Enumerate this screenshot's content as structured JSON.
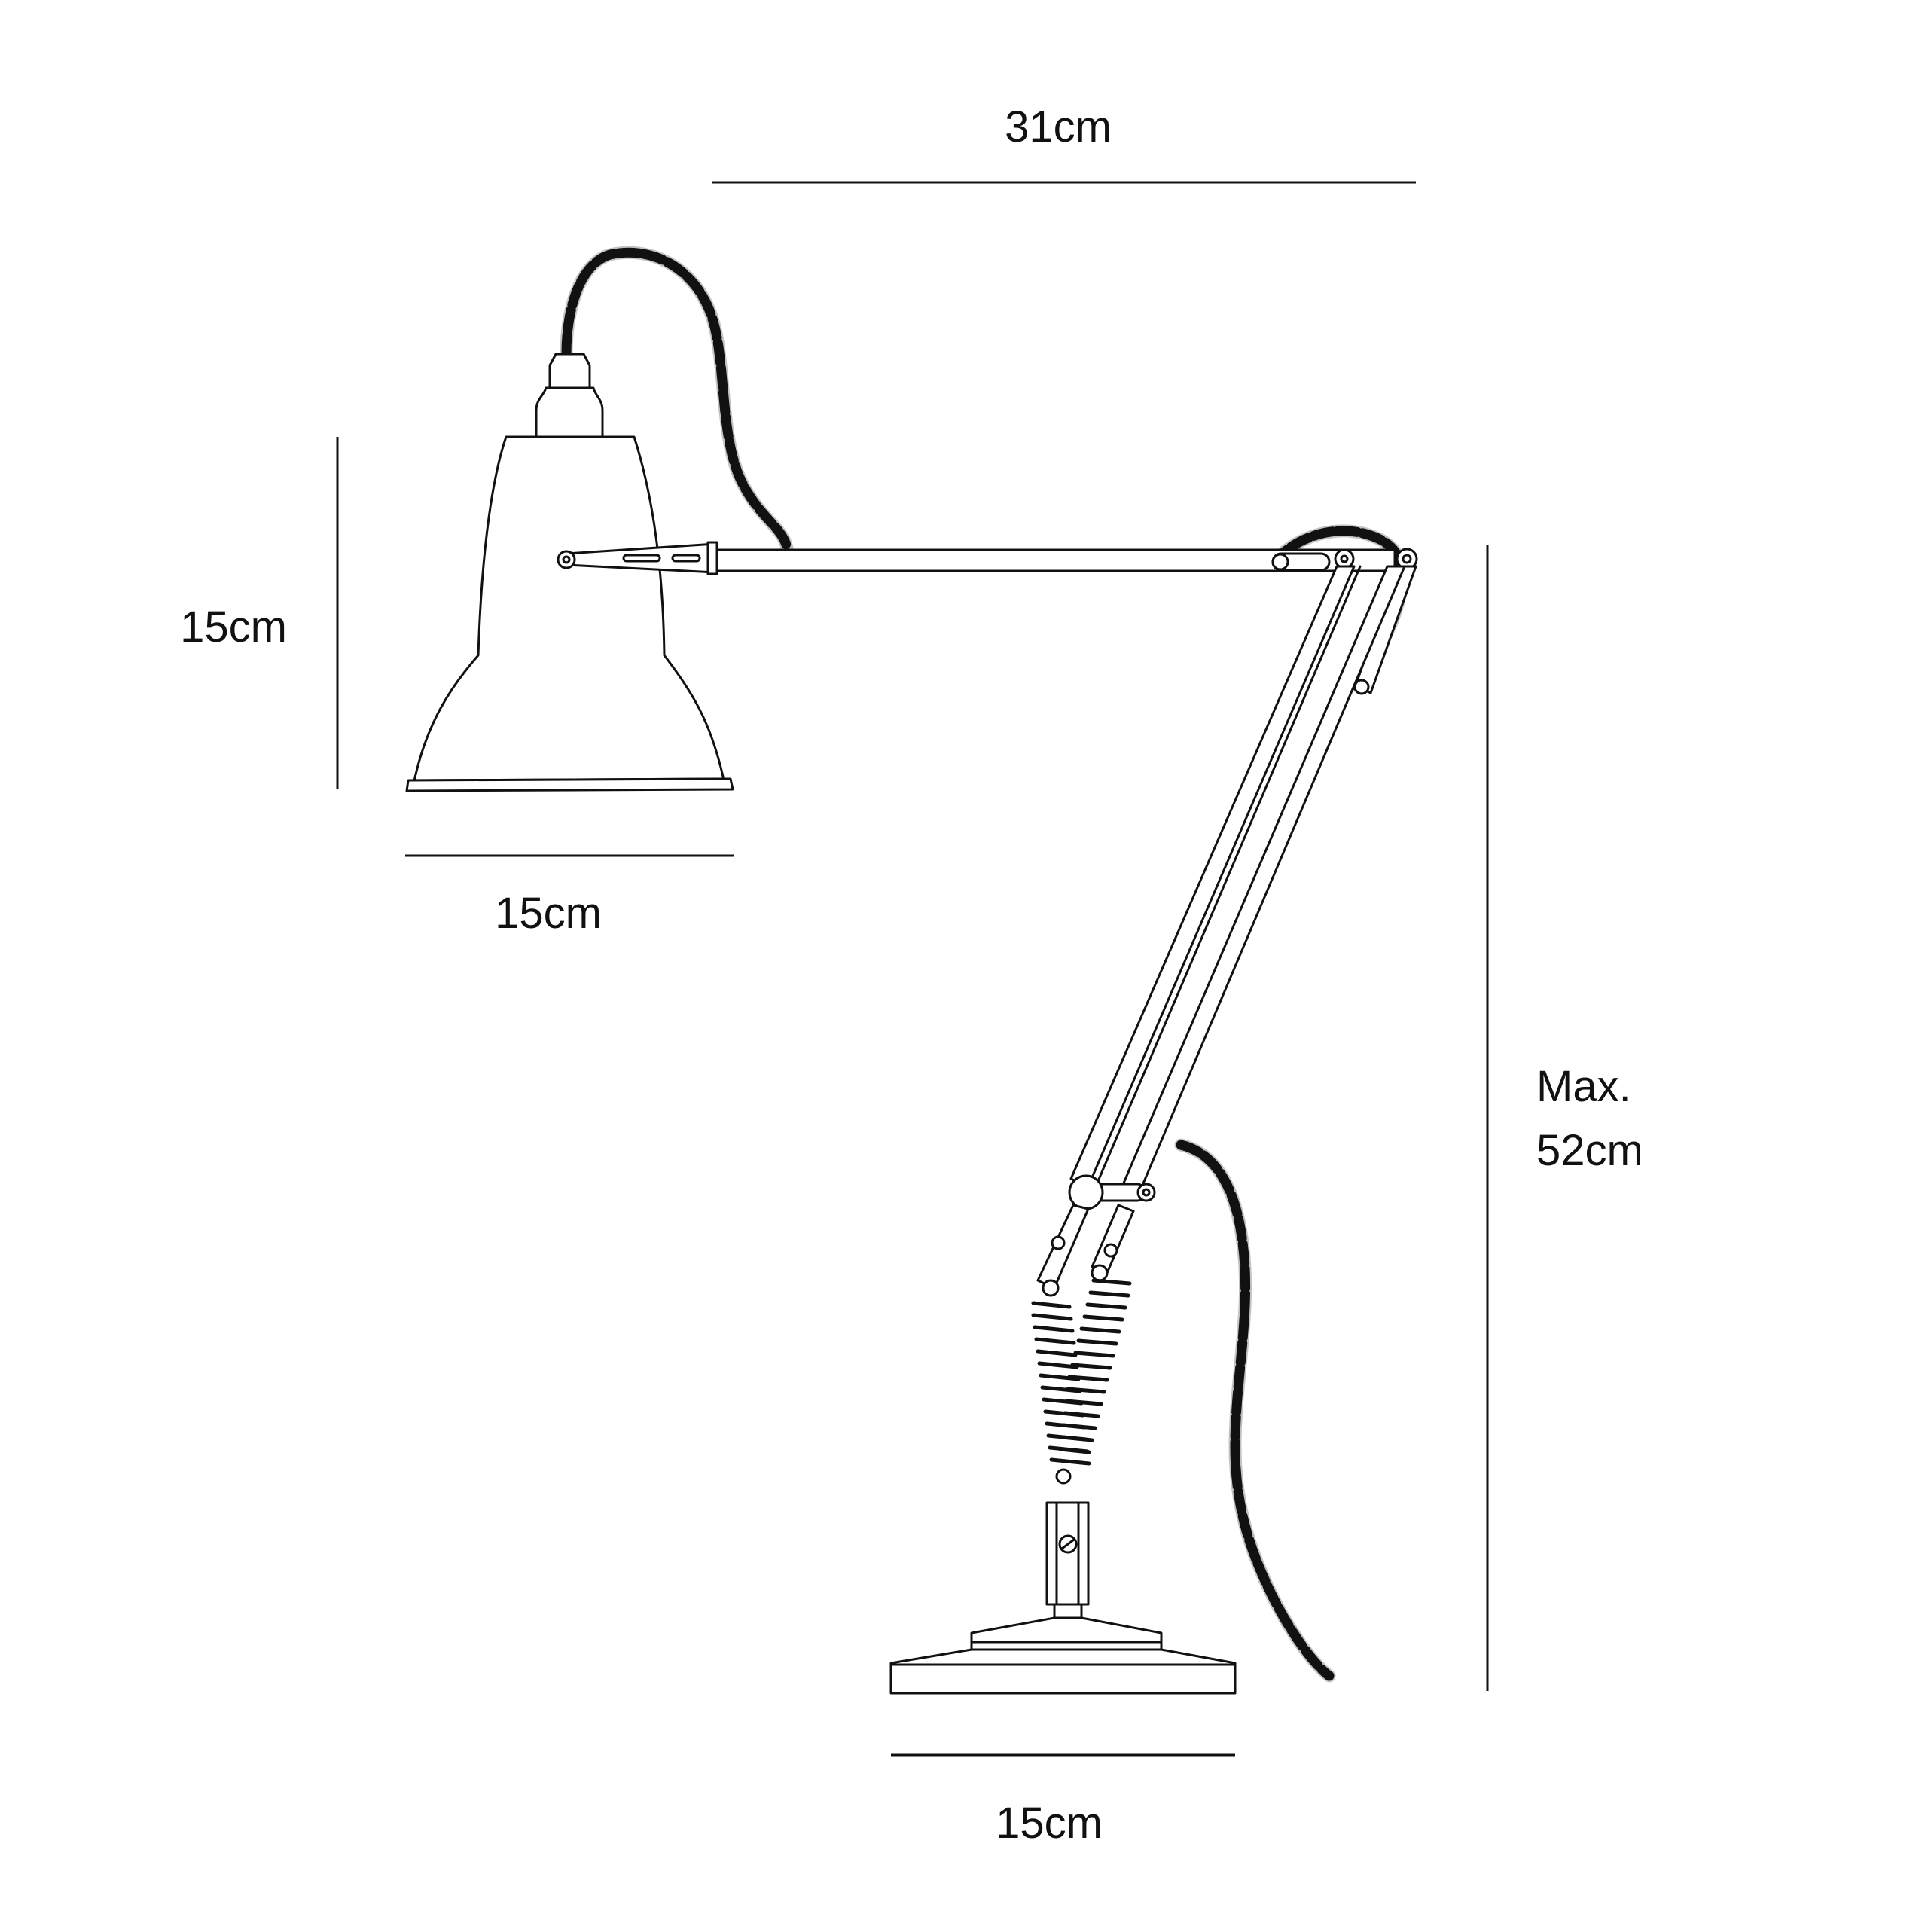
{
  "dimensions": {
    "arm_reach": "31cm",
    "shade_height": "15cm",
    "shade_width": "15cm",
    "max_height_line1": "Max.",
    "max_height_line2": "52cm",
    "base_width": "15cm"
  }
}
